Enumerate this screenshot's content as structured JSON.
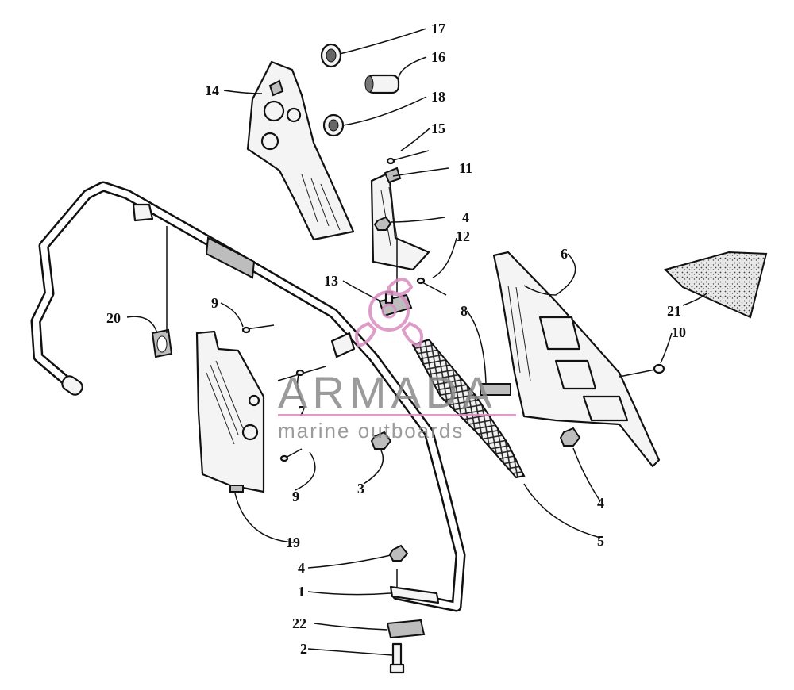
{
  "diagram": {
    "callouts": [
      {
        "id": "c17",
        "label": "17"
      },
      {
        "id": "c16",
        "label": "16"
      },
      {
        "id": "c18",
        "label": "18"
      },
      {
        "id": "c14",
        "label": "14"
      },
      {
        "id": "c15",
        "label": "15"
      },
      {
        "id": "c11",
        "label": "11"
      },
      {
        "id": "c4a",
        "label": "4"
      },
      {
        "id": "c12",
        "label": "12"
      },
      {
        "id": "c6",
        "label": "6"
      },
      {
        "id": "c21",
        "label": "21"
      },
      {
        "id": "c13",
        "label": "13"
      },
      {
        "id": "c20",
        "label": "20"
      },
      {
        "id": "c9a",
        "label": "9"
      },
      {
        "id": "c8",
        "label": "8"
      },
      {
        "id": "c10",
        "label": "10"
      },
      {
        "id": "c7",
        "label": "7"
      },
      {
        "id": "c3",
        "label": "3"
      },
      {
        "id": "c9b",
        "label": "9"
      },
      {
        "id": "c4b",
        "label": "4"
      },
      {
        "id": "c5",
        "label": "5"
      },
      {
        "id": "c19",
        "label": "19"
      },
      {
        "id": "c4c",
        "label": "4"
      },
      {
        "id": "c1",
        "label": "1"
      },
      {
        "id": "c22",
        "label": "22"
      },
      {
        "id": "c2",
        "label": "2"
      }
    ]
  },
  "watermark": {
    "brand": "ARMADA",
    "tagline": "marine outboards",
    "color": "#d98cc0"
  }
}
